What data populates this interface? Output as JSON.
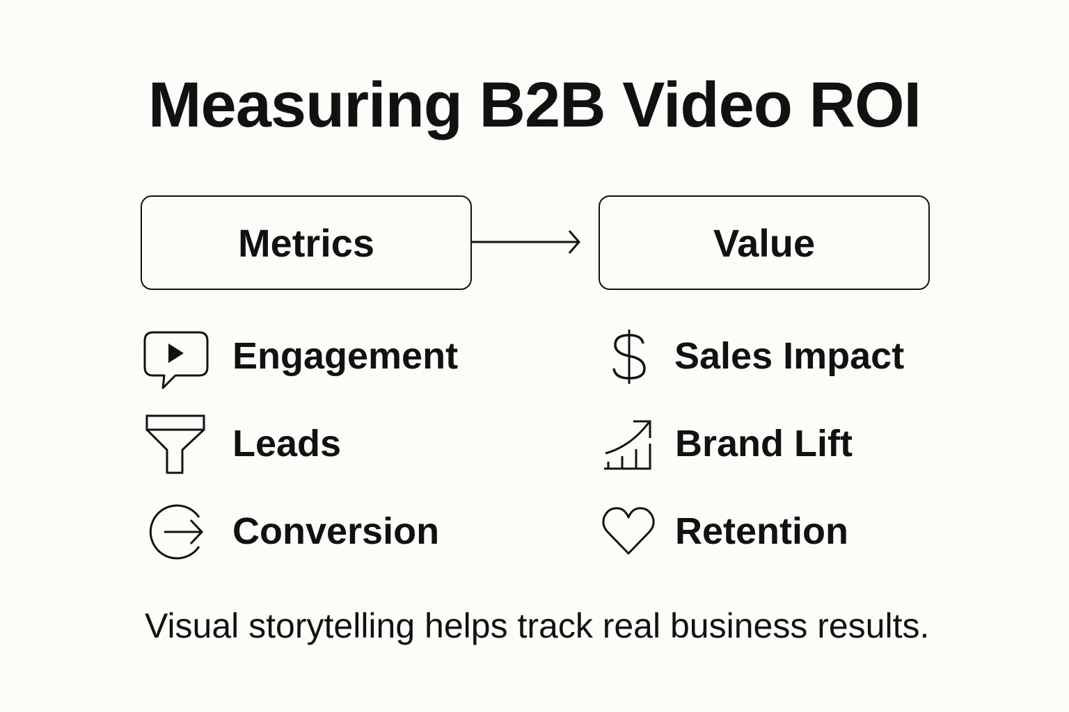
{
  "title": "Measuring B2B Video ROI",
  "flow": {
    "left_box": "Metrics",
    "right_box": "Value",
    "arrow": "arrow-right-icon"
  },
  "metrics": [
    {
      "label": "Engagement",
      "icon": "video-play-speech-bubble-icon"
    },
    {
      "label": "Leads",
      "icon": "funnel-icon"
    },
    {
      "label": "Conversion",
      "icon": "circle-arrow-right-icon"
    }
  ],
  "value": [
    {
      "label": "Sales Impact",
      "icon": "dollar-sign-icon"
    },
    {
      "label": "Brand Lift",
      "icon": "growth-chart-icon"
    },
    {
      "label": "Retention",
      "icon": "heart-icon"
    }
  ],
  "caption": "Visual storytelling helps track real business results.",
  "colors": {
    "background": "#fcfcf9",
    "foreground": "#111111"
  }
}
